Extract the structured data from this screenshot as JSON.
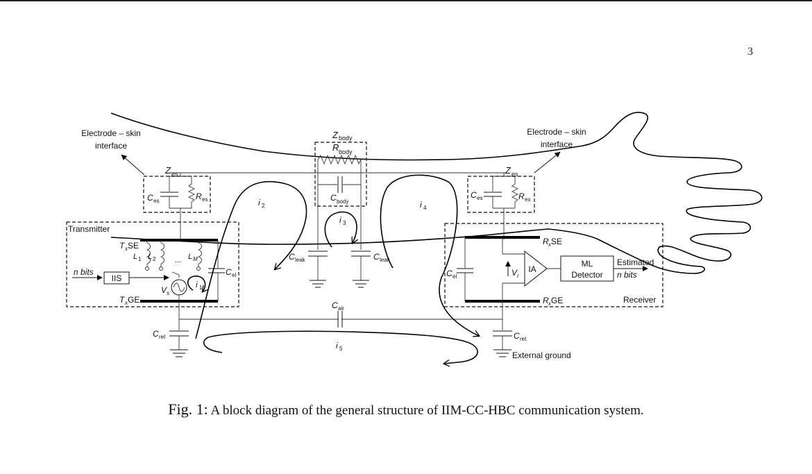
{
  "page_number": "3",
  "caption": {
    "label": "Fig. 1:",
    "text": "A block diagram of the general structure of IIM-CC-HBC communication system."
  },
  "diagram": {
    "electrode_left": [
      "Electrode – skin",
      "interface"
    ],
    "electrode_right": [
      "Electrode – skin",
      "interface"
    ],
    "z_es": "Z",
    "z_es_sub": "es",
    "c_es": "C",
    "c_es_sub": "es",
    "r_es": "R",
    "r_es_sub": "es",
    "z_body": "Z",
    "z_body_sub": "body",
    "r_body": "R",
    "r_body_sub": "body",
    "c_body": "C",
    "c_body_sub": "body",
    "c_leak": "C",
    "c_leak_sub": "leak",
    "c_el": "C",
    "c_el_sub": "el",
    "c_ret": "C",
    "c_ret_sub": "ret",
    "c_air": "C",
    "c_air_sub": "air",
    "transmitter": "Transmitter",
    "receiver": "Receiver",
    "tx_se_t": "T",
    "tx_se_x": "x",
    "tx_se_label": " SE",
    "tx_ge_t": "T",
    "tx_ge_x": "x",
    "tx_ge_label": " GE",
    "rx_se_r": "R",
    "rx_se_x": "x",
    "rx_se_label": " SE",
    "rx_ge_r": "R",
    "rx_ge_x": "x",
    "rx_ge_label": " GE",
    "l1": "L",
    "l1_sub": "1",
    "l2": "L",
    "l2_sub": "2",
    "lm": "L",
    "lm_sub": "M",
    "dots": "...",
    "n_bits_in": "n bits",
    "iis": "IIS",
    "vs": "V",
    "vs_sub": "s",
    "vr": "V",
    "vr_sub": "r",
    "ia": "IA",
    "ml_detector": [
      "ML",
      "Detector"
    ],
    "estimated": "Estimated",
    "n_bits_out": "n bits",
    "i": "i",
    "i1_sub": "1",
    "i2_sub": "2",
    "i3_sub": "3",
    "i4_sub": "4",
    "i5_sub": "5",
    "external_ground": "External ground"
  }
}
